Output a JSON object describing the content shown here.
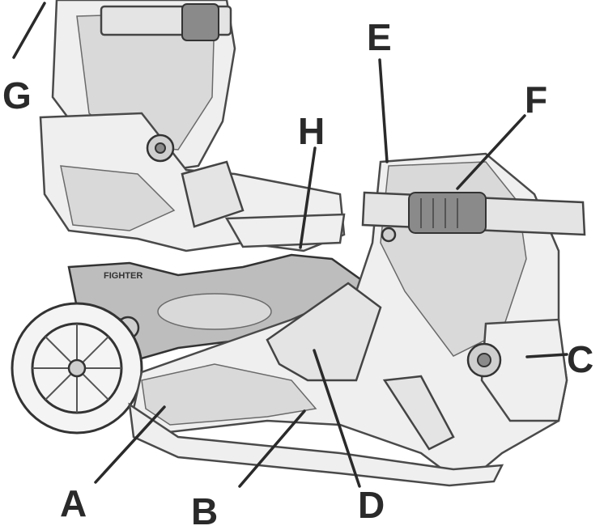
{
  "diagram": {
    "labels": [
      {
        "id": "A",
        "text": "A"
      },
      {
        "id": "B",
        "text": "B"
      },
      {
        "id": "C",
        "text": "C"
      },
      {
        "id": "D",
        "text": "D"
      },
      {
        "id": "E",
        "text": "E"
      },
      {
        "id": "F",
        "text": "F"
      },
      {
        "id": "G",
        "text": "G"
      },
      {
        "id": "H",
        "text": "H"
      }
    ],
    "wheel_text": "FIGHTER"
  }
}
